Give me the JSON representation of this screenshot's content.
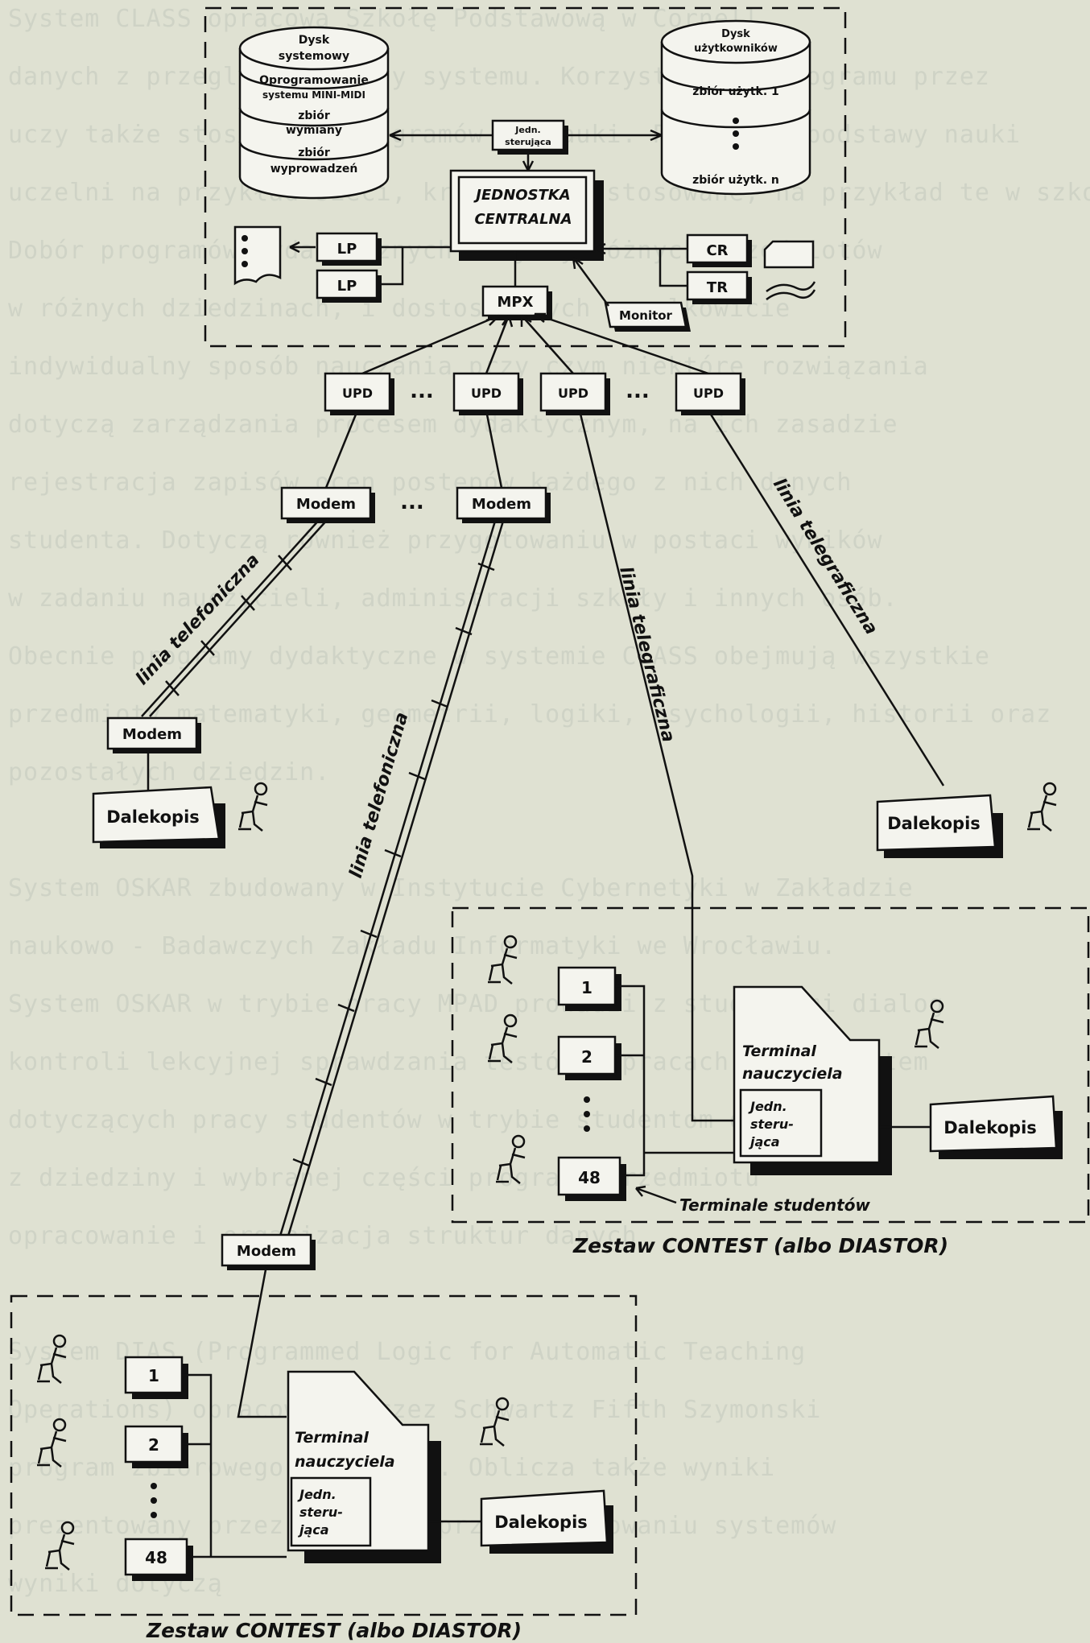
{
  "background_text": [
    "System CLASS opracowa Szkołę Podstawową w Cornell",
    "danych z przeglądania bazy systemu. Korzystanie z programu przez",
    "uczy także stosowania programów do nauki. Przydatne podstawy nauki",
    "uczelni na przykład sieci, kraje który stosowane, na przykład te w szkołach",
    "Dobór programów dydaktycznych dotyczy różnych przedmiotów",
    "w różnych dziedzinach, i dostosowanych w całkowicie",
    "indywidualny sposób nauczania przy czym niektóre rozwiązania",
    "dotyczą zarządzania procesem dydaktycznym, na ich zasadzie",
    "rejestracja zapisów ocen postępów każdego z nich danych",
    "studenta. Dotyczą również przygotowaniu w postaci wyników",
    "w zadaniu nauczycieli, administracji szkoły i innych osób.",
    "Obecnie programy dydaktyczne w systemie CLASS obejmują wszystkie",
    "przedmioty matematyki, geometrii, logiki, psychologii, historii oraz",
    "pozostałych dziedzin.",
    "",
    "System OSKAR zbudowany w Instytucie Cybernetyki w Zakładzie",
    "naukowo - Badawczych Zakładu Informatyki we Wrocławiu.",
    "System OSKAR w trybie pracy MPAD prowadzi z studentami dialog",
    "kontroli lekcyjnej sprawdzania testów w pracach ze studentem",
    "dotyczących pracy studentów w trybie studentom obowiązków",
    "z dziedziny i wybranej części programu przedmiotu",
    "opracowanie i organizacja struktur danych",
    "",
    "System DIAS (Programmed Logic for Automatic Teaching",
    "Operations) opracowany przez Schwartz Fifth Szymonski",
    "program zbiorowego nauczania. Oblicza także wyniki",
    "prezentowany przez ILLINOIS przy zastosowaniu systemów",
    "wyniki dotyczą"
  ],
  "server": {
    "disk_system": [
      "Dysk",
      "systemowy",
      "Oprogramowanie",
      "systemu MINI-MIDI",
      "zbiór",
      "wymiany",
      "zbiór",
      "wyprowadzeń"
    ],
    "disk_users": [
      "Dysk",
      "użytkowników",
      "zbiór użytk. 1",
      "zbiór użytk. n"
    ],
    "control_unit": [
      "Jedn.",
      "sterująca"
    ],
    "cpu": [
      "JEDNOSTKA",
      "CENTRALNA"
    ],
    "lp1": "LP",
    "lp2": "LP",
    "cr": "CR",
    "tr": "TR",
    "mpx": "MPX",
    "monitor": "Monitor"
  },
  "upd_labels": [
    "UPD",
    "UPD",
    "UPD",
    "UPD"
  ],
  "ellipsis": "...",
  "modem_label": "Modem",
  "dalekopis_label": "Dalekopis",
  "link_phone": "linia telefoniczna",
  "link_telegraph": "linia telegraficzna",
  "contest": {
    "terminal_label": [
      "Terminal",
      "nauczyciela"
    ],
    "control_label": [
      "Jedn.",
      "steru-",
      "jąca"
    ],
    "student_numbers": [
      "1",
      "2",
      "48"
    ],
    "students_caption": "Terminale studentów",
    "set_caption": "Zestaw CONTEST (albo DIASTOR)"
  }
}
